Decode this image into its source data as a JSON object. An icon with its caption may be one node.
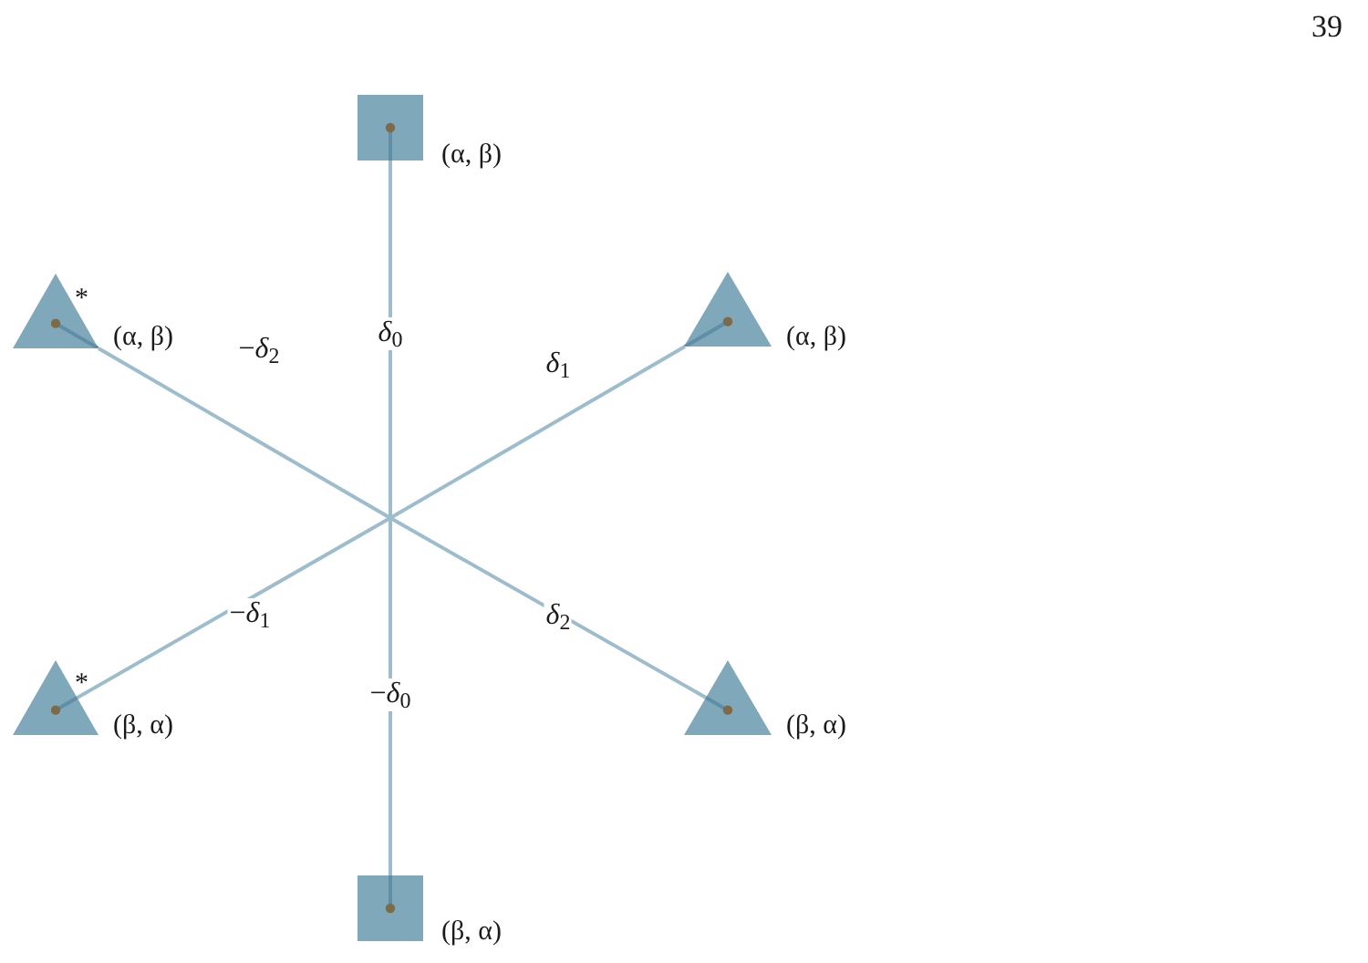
{
  "diagram": {
    "nodes": [
      {
        "text": [],
        "shape": "box",
        "beside": [
          "(α, β)"
        ]
      },
      {
        "text": [],
        "shape": "triangle",
        "beside": [
          "*",
          "(α, β)"
        ]
      },
      {
        "text": [],
        "shape": "triangle",
        "beside": [
          "(α, β)"
        ]
      },
      {
        "text": [],
        "shape": "triangle",
        "beside": [
          "*",
          "(β, α)"
        ]
      },
      {
        "text": [],
        "shape": "triangle",
        "beside": [
          "(β, α)"
        ]
      },
      {
        "text": [],
        "shape": "box",
        "beside": [
          "(β, α)"
        ]
      }
    ],
    "edges": [
      {
        "from": null,
        "to": 0,
        "arrow": "none",
        "label": "*δ*$_{0}$"
      },
      {
        "from": null,
        "to": 1,
        "arrow": "none",
        "label": "−*δ*$_{2}$"
      },
      {
        "from": null,
        "to": 2,
        "arrow": "none",
        "label": "*δ*$_{1}$"
      },
      {
        "from": null,
        "to": 3,
        "arrow": "none",
        "label": "−*δ*$_{1}$"
      },
      {
        "from": null,
        "to": 4,
        "arrow": "none",
        "label": "*δ*$_{2}$"
      },
      {
        "from": null,
        "to": 5,
        "arrow": "none",
        "label": "−*δ*$_{0}$"
      }
    ],
    "labels": [
      "39"
    ]
  }
}
